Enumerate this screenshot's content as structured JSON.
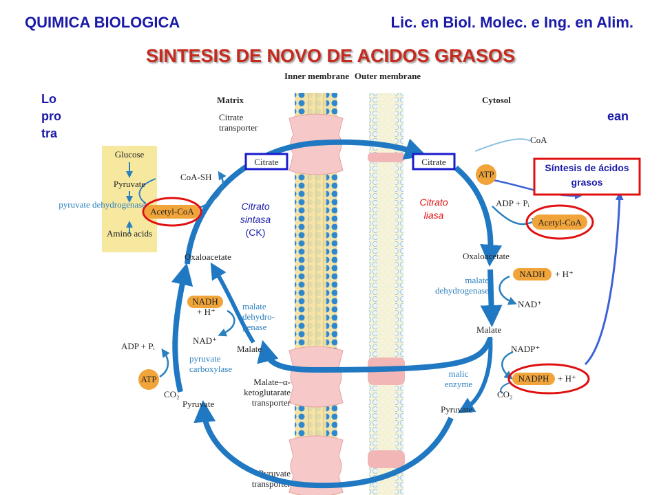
{
  "header": {
    "left": "QUIMICA BIOLOGICA",
    "right": "Lic. en Biol. Molec. e Ing. en Alim."
  },
  "title": "SINTESIS DE NOVO DE ACIDOS GRASOS",
  "background_text": {
    "line1": "Lo",
    "line2": "pro",
    "line3": "tra",
    "line2_right": "ean"
  },
  "compartments": {
    "matrix": "Matrix",
    "inner_membrane": "Inner membrane",
    "outer_membrane": "Outer membrane",
    "cytosol": "Cytosol"
  },
  "transporters": {
    "citrate": "Citrate transporter",
    "malate_kg": "Malate–α-ketoglutarate transporter",
    "pyruvate": "Pyruvate transporter"
  },
  "matrix_side": {
    "glucose": "Glucose",
    "pyruvate": "Pyruvate",
    "amino_acids": "Amino acids",
    "acetyl_coa": "Acetyl-CoA",
    "coa_sh": "CoA-SH",
    "pdh": "pyruvate dehydrogenase",
    "citrate": "Citrate",
    "oxaloacetate": "Oxaloacetate",
    "nadh": "NADH",
    "h_plus": "+ H⁺",
    "nad": "NAD⁺",
    "mdh": "malate dehydro- genase",
    "malate": "Malate",
    "adp_pi": "ADP + Pᵢ",
    "pc": "pyruvate carboxylase",
    "atp": "ATP",
    "co2": "CO₂",
    "pyruvate2": "Pyruvate"
  },
  "cytosol_side": {
    "citrate": "Citrate",
    "coa": "CoA",
    "atp": "ATP",
    "adp_pi": "ADP + Pᵢ",
    "acetyl_coa": "Acetyl-CoA",
    "oxaloacetate": "Oxaloacetate",
    "nadh": "NADH",
    "h_plus": "+ H⁺",
    "mdh": "malate dehydrogenase",
    "nad": "NAD⁺",
    "malate": "Malate",
    "nadp": "NADP⁺",
    "nadph": "NADPH",
    "nadph_h": "+ H⁺",
    "malic_enzyme": "malic enzyme",
    "co2": "CO₂",
    "pyruvate": "Pyruvate"
  },
  "annotations": {
    "citrato_sintasa": "Citrato sintasa",
    "ck": "(CK)",
    "citrato_liasa": "Citrato liasa",
    "sintesis": "Síntesis de ácidos grasos"
  },
  "colors": {
    "header_blue": "#1a1aa8",
    "title_red": "#c62a1e",
    "arrow_blue": "#1f78c1",
    "highlight_red": "#e01010",
    "box_blue": "#1a1acc",
    "pill_orange": "#f0a43a",
    "box_yellow": "#f7e8a0"
  }
}
